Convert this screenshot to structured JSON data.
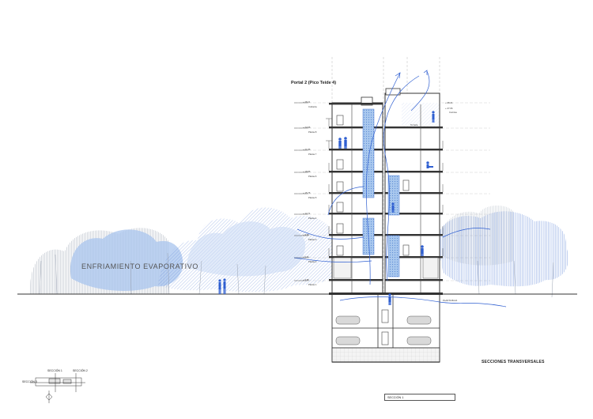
{
  "title": "Portal 2 (Pico Teide 4)",
  "annotation": "ENFRIAMIENTO EVAPORATIVO",
  "section_title": "SECCIONES TRANSVERSALES",
  "title_box": "SECCIÓN 1",
  "key_plan": {
    "sections": [
      "SECCIÓN 1",
      "SECCIÓN 2",
      "SECCIÓN 3"
    ]
  },
  "level_labels_left": [
    {
      "elev": "+ 28.21",
      "name": "Cubierta"
    },
    {
      "elev": "+ 24.96",
      "name": "Planta 8"
    },
    {
      "elev": "+ 21.86",
      "name": "Planta 7"
    },
    {
      "elev": "+ 18.86",
      "name": "Planta 6"
    },
    {
      "elev": "+ 15.76",
      "name": "Planta 5"
    },
    {
      "elev": "+ 12.71",
      "name": "Planta 4"
    },
    {
      "elev": "+ 9.66",
      "name": "Planta 3"
    },
    {
      "elev": "+ 6.61",
      "name": "Planta 2"
    },
    {
      "elev": "+ 3.50",
      "name": "Planta 1"
    }
  ],
  "level_labels_right": [
    {
      "elev": "+ 28.21",
      "name": ""
    },
    {
      "elev": "+ 27.06",
      "name": "Cornisa"
    }
  ],
  "ground_label": "PLANTA BAJA",
  "terrace_label": "Terraza",
  "colors": {
    "accent_blue": "#2f5fd1",
    "light_blue": "#9fc1ea",
    "line": "#333333",
    "hatch": "#9aa0a8"
  }
}
